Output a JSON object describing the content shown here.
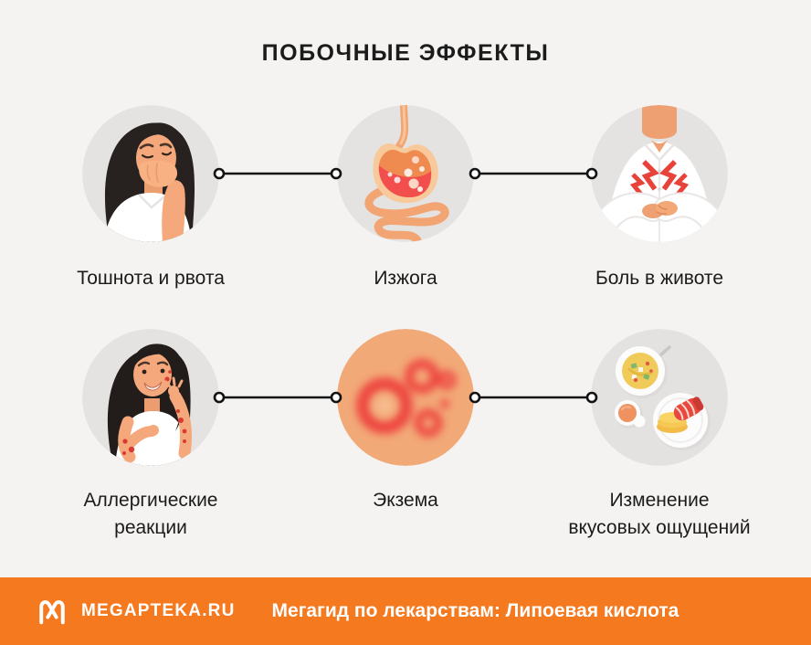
{
  "title": "ПОБОЧНЫЕ ЭФФЕКТЫ",
  "items": [
    {
      "id": "nausea",
      "label": "Тошнота и рвота",
      "illustration": "woman-covering-mouth"
    },
    {
      "id": "heartburn",
      "label": "Изжога",
      "illustration": "stomach-with-acid"
    },
    {
      "id": "abdominal-pain",
      "label": "Боль в животе",
      "illustration": "person-holding-stomach"
    },
    {
      "id": "allergy",
      "label": "Аллергические\nреакции",
      "illustration": "woman-with-rash-spots"
    },
    {
      "id": "eczema",
      "label": "Экзема",
      "illustration": "skin-with-eczema-patches"
    },
    {
      "id": "taste-change",
      "label": "Изменение\nвкусовых ощущений",
      "illustration": "food-dishes-on-table"
    }
  ],
  "footer": {
    "brand": "MEGAPTEKA.RU",
    "tagline": "Мегагид по лекарствам: Липоевая кислота",
    "logo": "megapteka-m-logo"
  },
  "colors": {
    "background": "#f4f3f1",
    "circle-bg": "#e4e3e1",
    "text": "#1b1b1b",
    "accent-orange": "#f5791f",
    "alert-red": "#e8433b",
    "connector": "#131313",
    "footer-text": "#ffffff"
  }
}
